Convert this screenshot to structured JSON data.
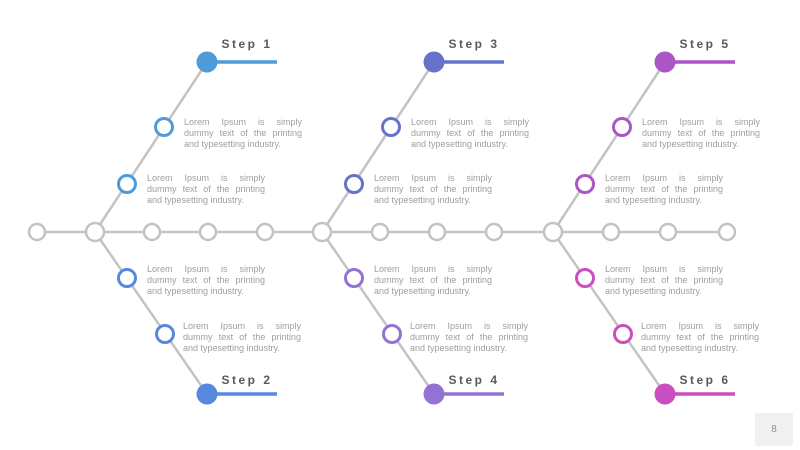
{
  "slide": {
    "background": "#ffffff",
    "page_number": "8",
    "body_text": "Lorem Ipsum is simply dummy text of the printing and typesetting industry.",
    "line_color": "#c3c3c3",
    "title_color": "#595959",
    "body_text_color": "#9e9e9e",
    "page_box_color": "#f0f0f0"
  },
  "sections": [
    {
      "top": {
        "title": "Step 1",
        "color": "#4e9bda"
      },
      "bottom": {
        "title": "Step 2",
        "color": "#5688de"
      }
    },
    {
      "top": {
        "title": "Step 3",
        "color": "#6673cb"
      },
      "bottom": {
        "title": "Step 4",
        "color": "#9472d3"
      }
    },
    {
      "top": {
        "title": "Step 5",
        "color": "#ab55c6"
      },
      "bottom": {
        "title": "Step 6",
        "color": "#c94fc0"
      }
    }
  ]
}
